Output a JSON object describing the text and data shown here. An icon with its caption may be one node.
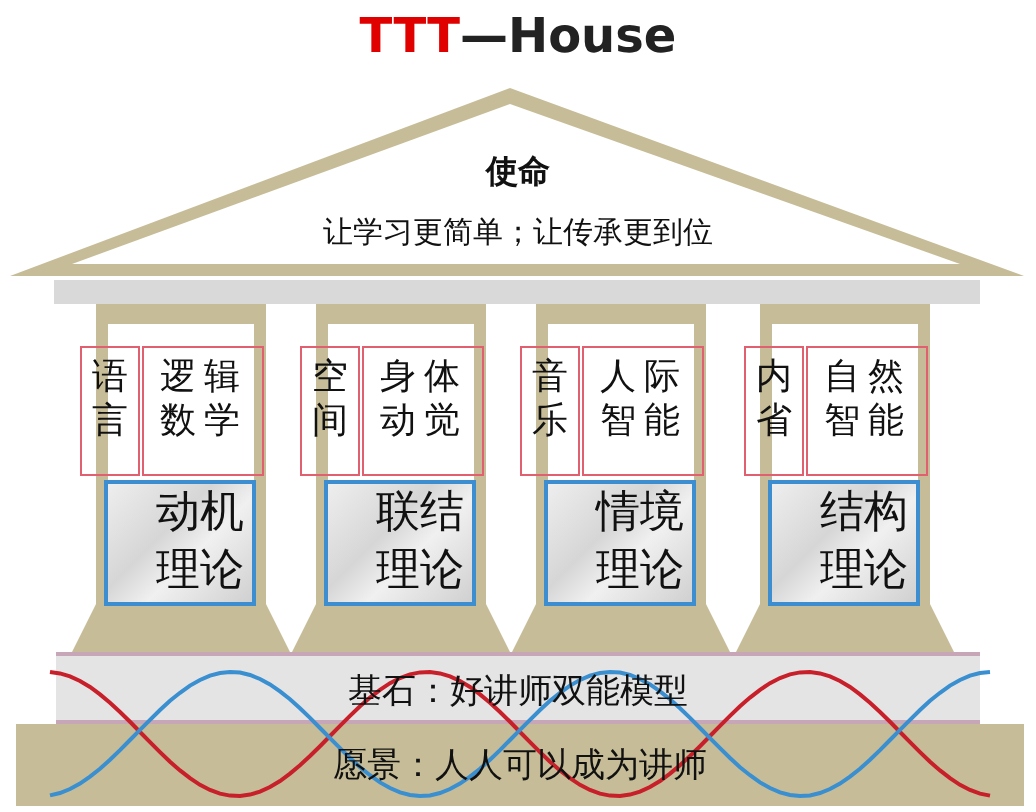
{
  "diagram": {
    "title": "TTT—House",
    "nodes": [
      {
        "text": [
          "使命",
          "让学习更简单；让传承更到位"
        ]
      },
      {
        "text": [],
        "shape": "box"
      },
      {
        "text": [
          "语言"
        ],
        "in": 1
      },
      {
        "text": [
          "逻辑数学"
        ],
        "in": 1
      },
      {
        "text": [
          "动机理论"
        ],
        "in": 1
      },
      {
        "text": [],
        "shape": "box"
      },
      {
        "text": [
          "空间"
        ],
        "in": 5
      },
      {
        "text": [
          "身体动觉"
        ],
        "in": 5
      },
      {
        "text": [
          "联结理论"
        ],
        "in": 5
      },
      {
        "text": [],
        "shape": "box"
      },
      {
        "text": [
          "音乐"
        ],
        "in": 9
      },
      {
        "text": [
          "人际智能"
        ],
        "in": 9
      },
      {
        "text": [
          "情境理论"
        ],
        "in": 9
      },
      {
        "text": [],
        "shape": "box"
      },
      {
        "text": [
          "内省"
        ],
        "in": 13
      },
      {
        "text": [
          "自然智能"
        ],
        "in": 13
      },
      {
        "text": [
          "结构理论"
        ],
        "in": 13
      },
      {
        "text": [
          "基石：好讲师双能模型"
        ]
      },
      {
        "text": [
          "愿景：人人可以成为讲师"
        ]
      }
    ]
  }
}
